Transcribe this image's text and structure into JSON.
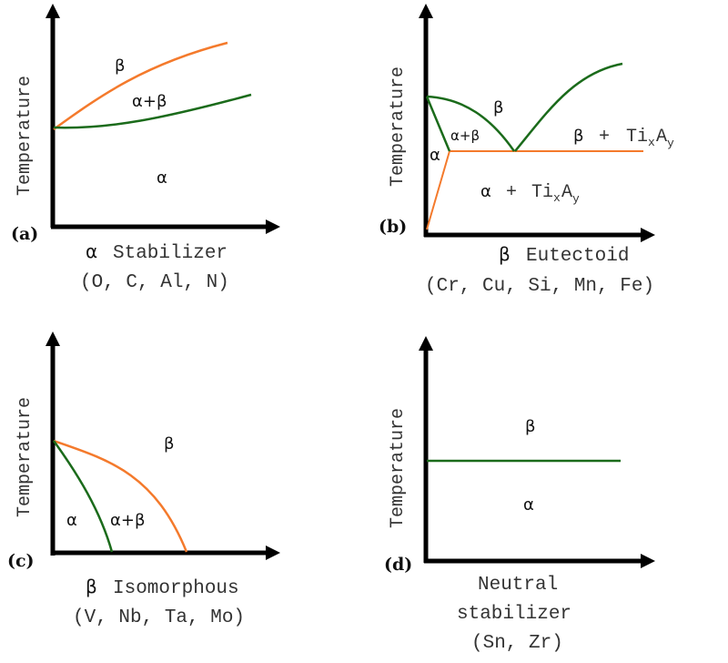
{
  "colors": {
    "orange": "#f47a2c",
    "green": "#1b6b1b",
    "axis": "#000000"
  },
  "axis_ylabel": "Temperature",
  "panels": {
    "a": {
      "label": "(a)",
      "xlabel_greek": "α",
      "xlabel_text": "Stabilizer",
      "xlabel_elements": "(O, C, Al, N)",
      "regions": {
        "beta": "β",
        "alpha_beta": "α+β",
        "alpha": "α"
      }
    },
    "b": {
      "label": "(b)",
      "xlabel_greek": "β",
      "xlabel_text": "Eutectoid",
      "xlabel_elements": "(Cr, Cu, Si, Mn, Fe)",
      "regions": {
        "beta": "β",
        "alpha_beta": "α+β",
        "alpha": "α",
        "beta_plus": "β",
        "alpha_plus": "α",
        "plus": "+",
        "ti": "Ti",
        "sub_x": "x",
        "a": "A",
        "sub_y": "y"
      }
    },
    "c": {
      "label": "(c)",
      "xlabel_greek": "β",
      "xlabel_text": "Isomorphous",
      "xlabel_elements": "(V, Nb, Ta, Mo)",
      "regions": {
        "beta": "β",
        "alpha_beta": "α+β",
        "alpha": "α"
      }
    },
    "d": {
      "label": "(d)",
      "xlabel_line1": "Neutral",
      "xlabel_line2": "stabilizer",
      "xlabel_elements": "(Sn, Zr)",
      "regions": {
        "beta": "β",
        "alpha": "α"
      }
    }
  }
}
